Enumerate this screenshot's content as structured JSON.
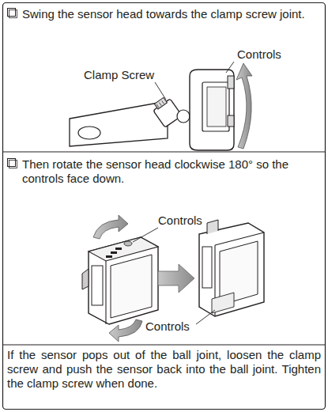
{
  "diagram": {
    "labels": [
      "Swing the sensor head towards the clamp screw joint.",
      "Controls",
      "Clamp Screw",
      "Then rotate the sensor head clockwise 180° so the controls face down.",
      "Controls",
      "Controls",
      "If the sensor pops out of the ball joint, loosen the clamp screw and push the sensor back into the ball joint. Tighten the clamp screw when done."
    ]
  }
}
